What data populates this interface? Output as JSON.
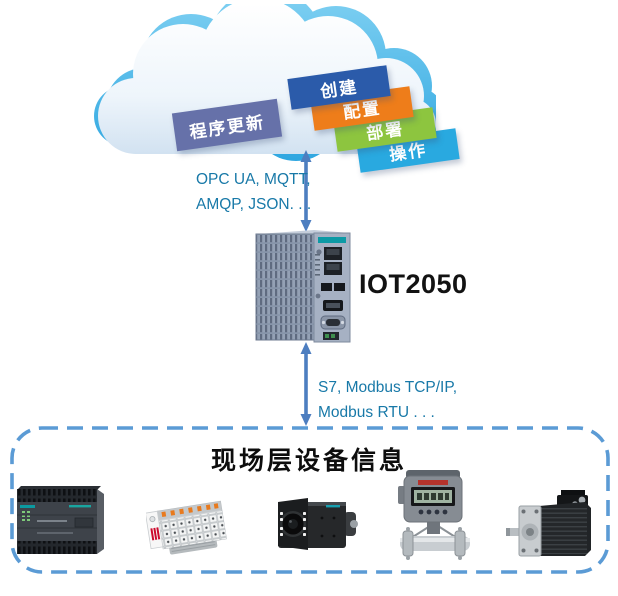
{
  "canvas": {
    "background": "#ffffff"
  },
  "cloud": {
    "icon": "cloud-icon",
    "back_color": "#41b4e7",
    "front_color_top": "#ffffff",
    "front_color_bottom": "#c9dcee",
    "banners": [
      {
        "label": "程序更新",
        "color": "#6671a9"
      },
      {
        "label": "创建",
        "color": "#2b5baa"
      },
      {
        "label": "配置",
        "color": "#ee7d1a"
      },
      {
        "label": "部署",
        "color": "#8dc53f"
      },
      {
        "label": "操作",
        "color": "#29a9e0"
      }
    ]
  },
  "links": {
    "arrow_color": "#4d7ec0",
    "text_color": "#1879a8",
    "upper": {
      "line1": "OPC UA, MQTT,",
      "line2": "AMQP, JSON. . ."
    },
    "lower": {
      "line1": "S7, Modbus TCP/IP,",
      "line2": "Modbus RTU . . ."
    }
  },
  "gateway": {
    "label": "IOT2050",
    "device_icon": "iot2050-gateway-icon"
  },
  "field_box": {
    "title": "现场层设备信息",
    "border_color": "#5b9bd5",
    "device_icons": [
      "plc-s7-1200-icon",
      "remote-io-module-icon",
      "vision-camera-icon",
      "flow-meter-icon",
      "servo-motor-icon"
    ]
  }
}
